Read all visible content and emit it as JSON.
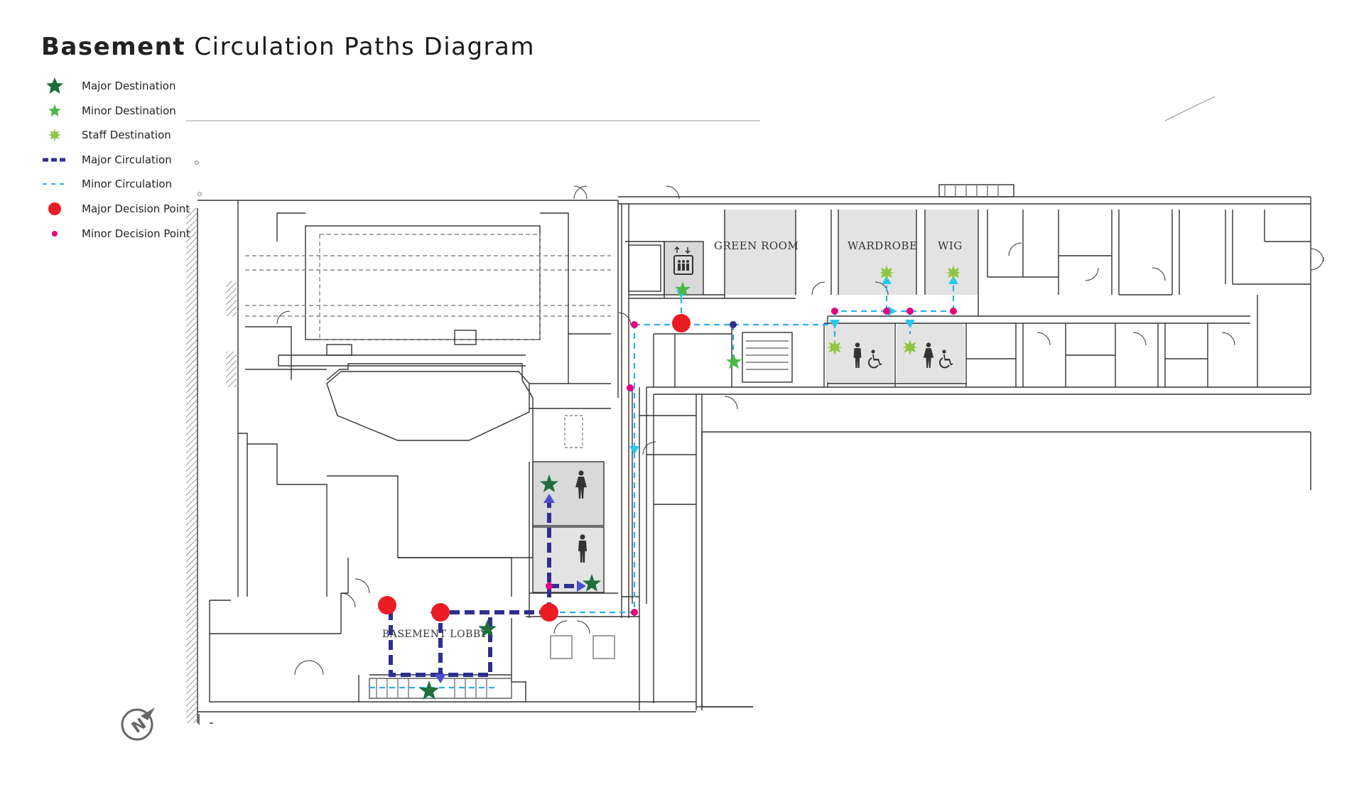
{
  "title": {
    "bold": "Basement",
    "rest": "Circulation Paths Diagram"
  },
  "legend": [
    {
      "symbol": "major-destination",
      "label": "Major Destination"
    },
    {
      "symbol": "minor-destination",
      "label": "Minor Destination"
    },
    {
      "symbol": "staff-destination",
      "label": "Staff Destination"
    },
    {
      "symbol": "major-circulation",
      "label": "Major Circulation"
    },
    {
      "symbol": "minor-circulation",
      "label": "Minor Circulation"
    },
    {
      "symbol": "major-decision-point",
      "label": "Major Decision Point"
    },
    {
      "symbol": "minor-decision-point",
      "label": "Minor Decision Point"
    }
  ],
  "rooms": {
    "green_room": "GREEN ROOM",
    "wardrobe": "WARDROBE",
    "wig": "WIG",
    "basement_lobby": "BASEMENT LOBBY"
  },
  "colors": {
    "major_destination": "#1f6e3c",
    "minor_destination": "#4cb848",
    "staff_destination": "#8dc63f",
    "major_circulation": "#2e2f8f",
    "minor_circulation": "#2eaee8",
    "major_decision": "#ec1c24",
    "minor_decision": "#e6007e",
    "arrow_major": "#4a4fd0",
    "arrow_minor": "#29c8ee",
    "wall": "#333333",
    "room_fill": "#d6d6d6",
    "room_fill_light": "#e6e6e6"
  },
  "icons": [
    "elevator-icon",
    "woman-restroom-icon",
    "man-restroom-icon",
    "accessible-icon",
    "north-arrow-icon"
  ]
}
